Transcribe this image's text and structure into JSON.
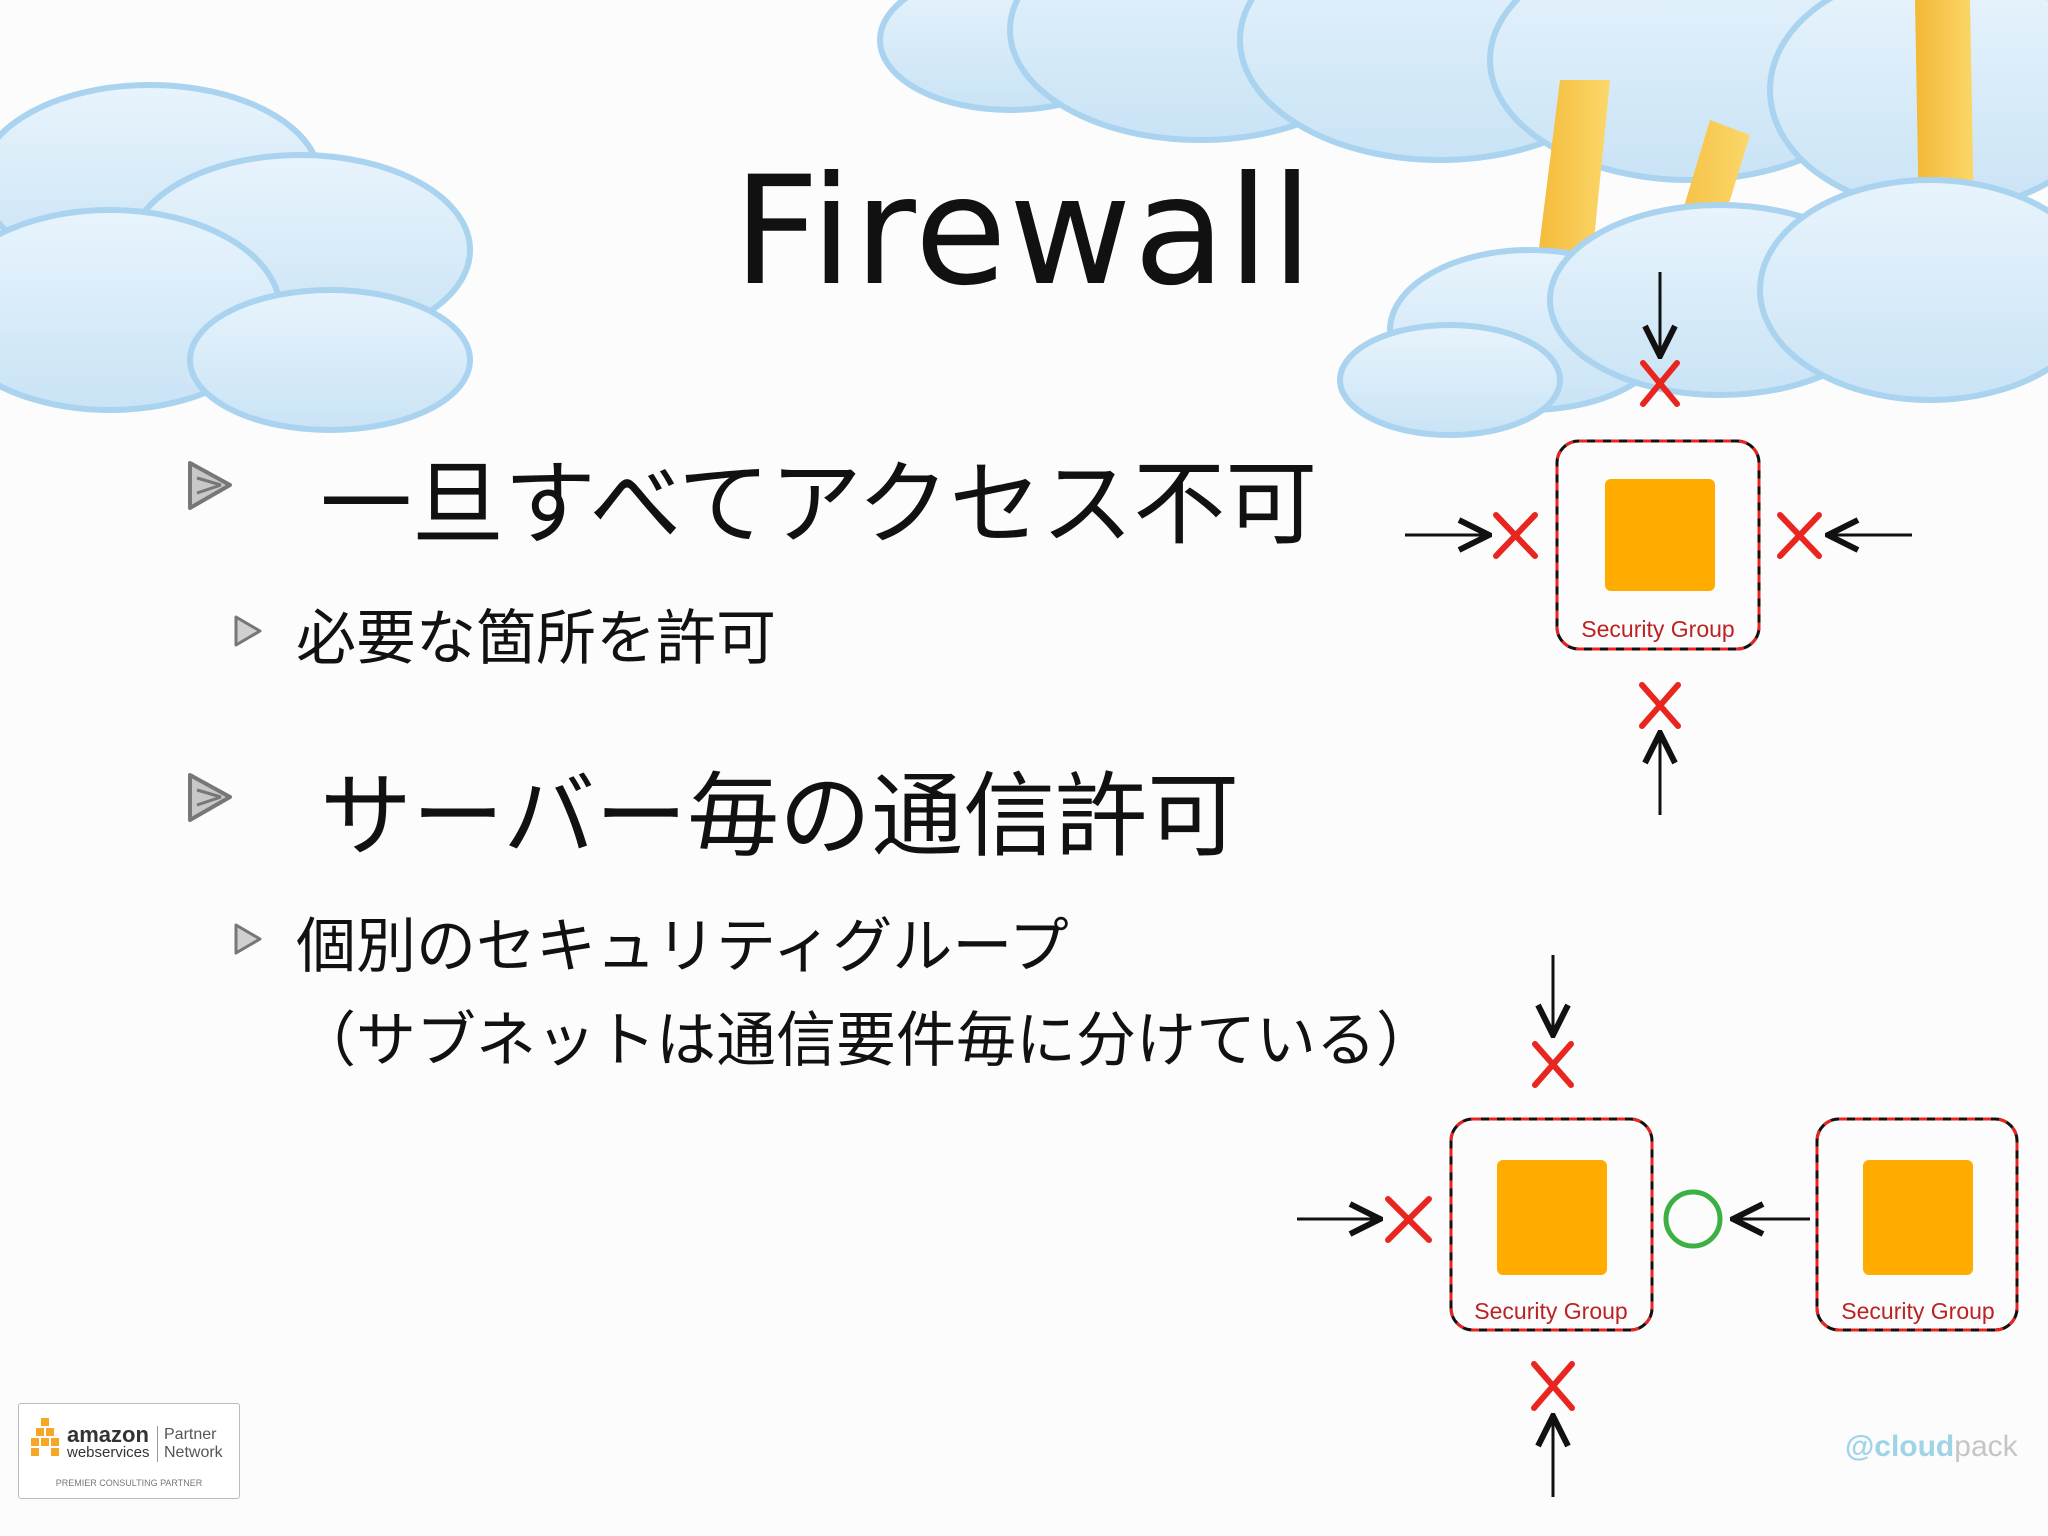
{
  "slide": {
    "title": "Firewall",
    "bullets": [
      {
        "text": "一旦すべてアクセス不可"
      },
      {
        "text": "必要な箇所を許可"
      },
      {
        "text": "サーバー毎の通信許可"
      },
      {
        "text": "個別のセキュリティグループ"
      },
      {
        "text": "（サブネットは通信要件毎に分けている）"
      }
    ]
  },
  "diagram": {
    "group_label": "Security Group"
  },
  "logos": {
    "aws_amazon": "amazon",
    "aws_webservices": "webservices",
    "aws_partner": "Partner",
    "aws_network": "Network",
    "aws_premier": "PREMIER CONSULTING PARTNER",
    "cloudpack_cloud": "cloud",
    "cloudpack_pack": "pack"
  },
  "colors": {
    "deny": "#e8261f",
    "allow": "#3cb043",
    "server": "#ffab00",
    "cloud_fill": "#d6ebf8",
    "cloud_edge": "#a9d3ef",
    "beam": "#f7c542"
  },
  "icons": [
    "bullet-triangle-icon",
    "cross-deny-icon",
    "circle-allow-icon",
    "arrow-icon",
    "server-icon",
    "cloud-icon"
  ]
}
